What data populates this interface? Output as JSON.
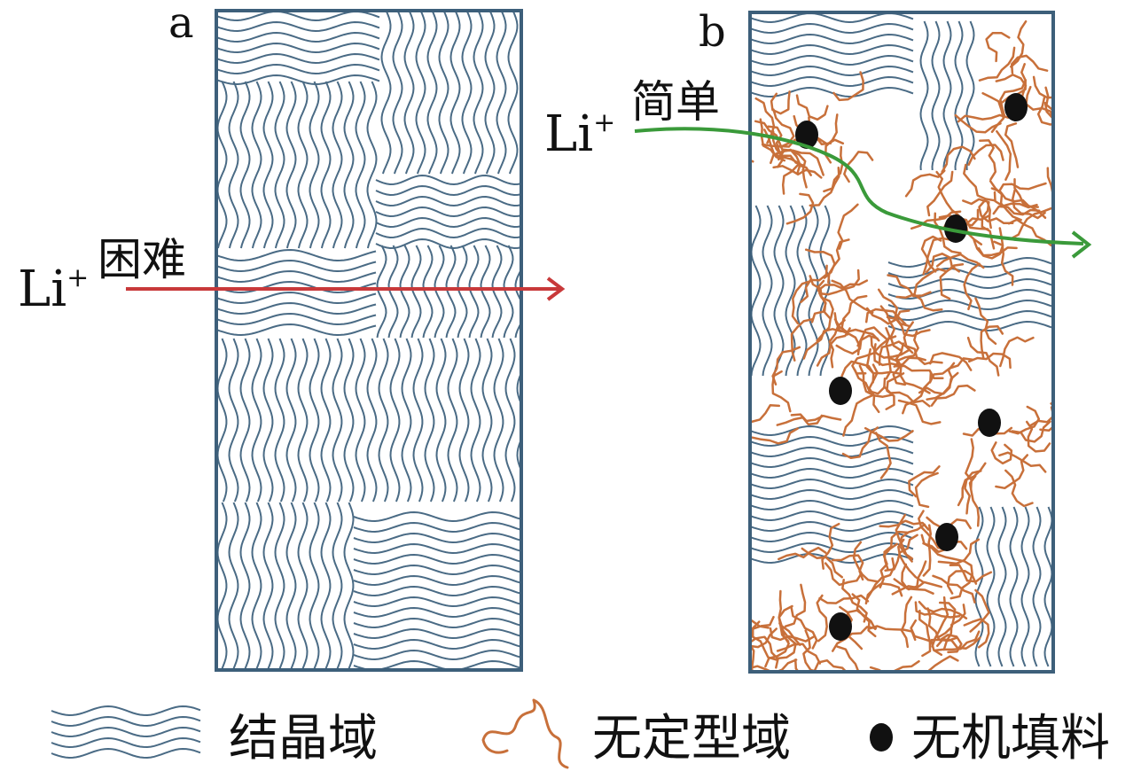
{
  "panels": {
    "a": {
      "label": "a",
      "ion": "Li",
      "ion_charge": "+",
      "transport": "困难"
    },
    "b": {
      "label": "b",
      "ion": "Li",
      "ion_charge": "+",
      "transport": "简单"
    }
  },
  "legend": {
    "crystalline": "结晶域",
    "amorphous": "无定型域",
    "filler": "无机填料"
  },
  "colors": {
    "frame": "#3d5f7a",
    "crystalline": "#4a6b85",
    "amorphous": "#c8703a",
    "filler": "#111111",
    "arrow_a": "#c8393a",
    "arrow_b": "#3a9a3a"
  }
}
